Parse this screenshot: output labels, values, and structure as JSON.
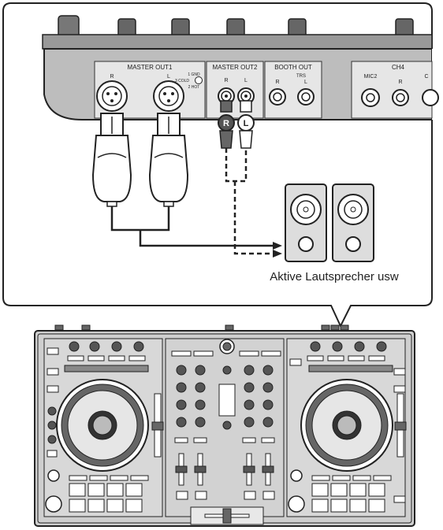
{
  "panel": {
    "groups": {
      "master_out1": "MASTER OUT1",
      "master_out2": "MASTER OUT2",
      "booth_out": "BOOTH OUT",
      "ch4": "CH4"
    },
    "jack_labels": {
      "mo1_r": "R",
      "mo1_l": "L",
      "mo2_r": "R",
      "mo2_l": "L",
      "booth_trs": "TRS",
      "booth_r": "R",
      "booth_l": "L",
      "mic2": "MIC2",
      "ch4_r": "R",
      "ch4_c": "C"
    },
    "pin_legend": {
      "gnd": "1 GND",
      "cold": "3 COLD",
      "hot": "2 HOT"
    }
  },
  "plugs": {
    "r": "R",
    "l": "L"
  },
  "speakers": {
    "caption": "Aktive Lautsprecher usw"
  }
}
